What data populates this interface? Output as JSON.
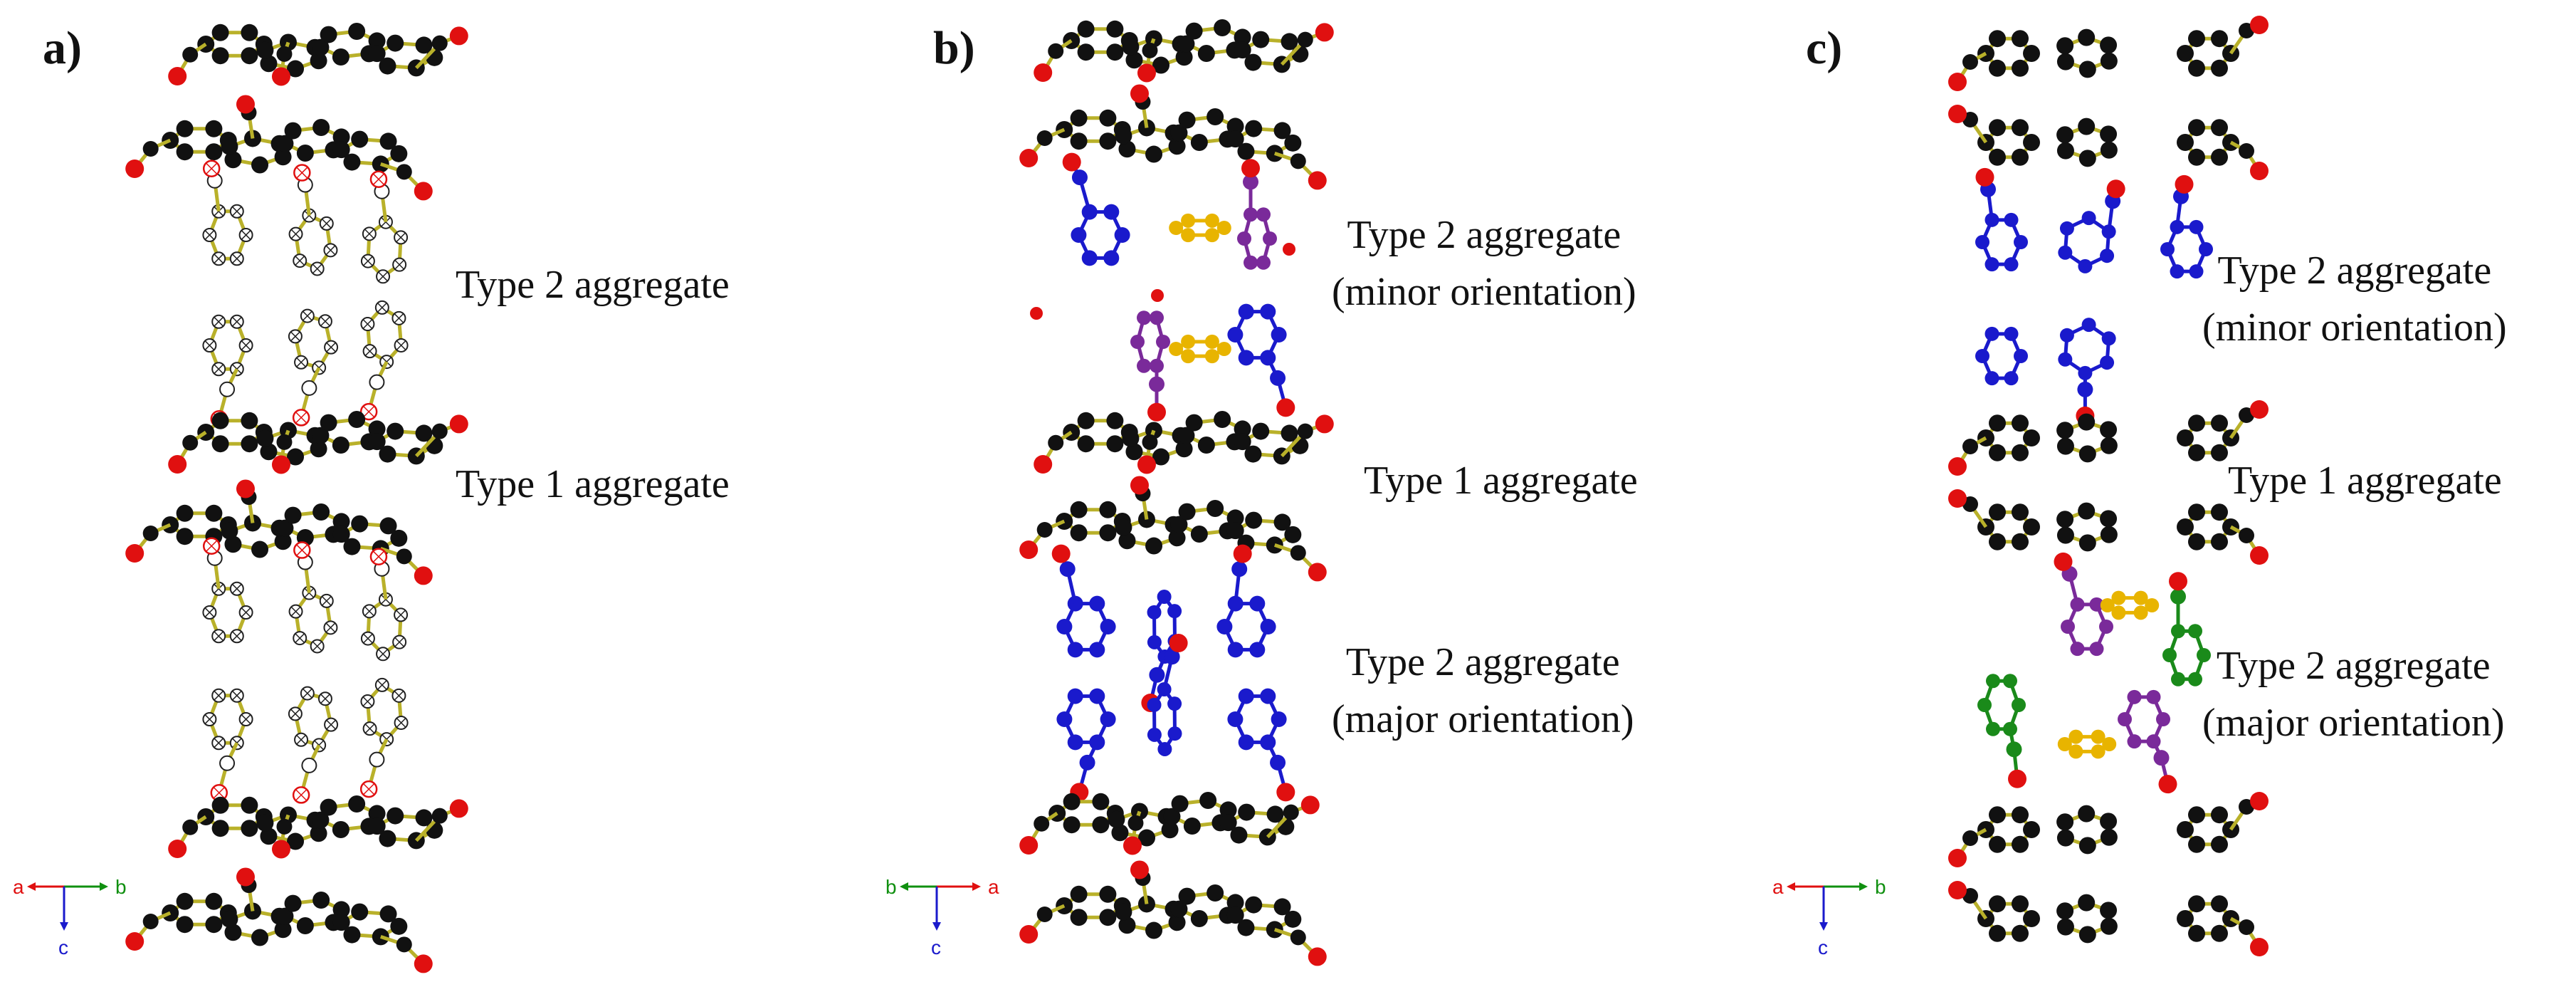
{
  "figure": {
    "panels": [
      {
        "id": "a",
        "label": "a)",
        "captions": [
          {
            "lines": [
              "Type 2 aggregate"
            ]
          },
          {
            "lines": [
              "Type 1 aggregate"
            ]
          }
        ],
        "axes": {
          "left": "a",
          "right": "b",
          "down": "c"
        }
      },
      {
        "id": "b",
        "label": "b)",
        "captions": [
          {
            "lines": [
              "Type 2 aggregate",
              "(minor orientation)"
            ]
          },
          {
            "lines": [
              "Type 1 aggregate"
            ]
          },
          {
            "lines": [
              "Type 2 aggregate",
              "(major orientation)"
            ]
          }
        ],
        "axes": {
          "left": "b",
          "right": "a",
          "down": "c"
        }
      },
      {
        "id": "c",
        "label": "c)",
        "captions": [
          {
            "lines": [
              "Type 2 aggregate",
              "(minor orientation)"
            ]
          },
          {
            "lines": [
              "Type 1 aggregate"
            ]
          },
          {
            "lines": [
              "Type 2 aggregate",
              "(major orientation)"
            ]
          }
        ],
        "axes": {
          "left": "a",
          "right": "b",
          "down": "c"
        }
      }
    ],
    "colors": {
      "carbon": "#111111",
      "oxygen": "#e01010",
      "bond": "#b9b12a",
      "blue_molecule": "#1a1acc",
      "purple_molecule": "#7a2a9a",
      "gold_molecule": "#e8b400",
      "green_molecule": "#1a8a1a",
      "axis_a": "#e01010",
      "axis_b": "#109010",
      "axis_c": "#1a1acc"
    }
  }
}
